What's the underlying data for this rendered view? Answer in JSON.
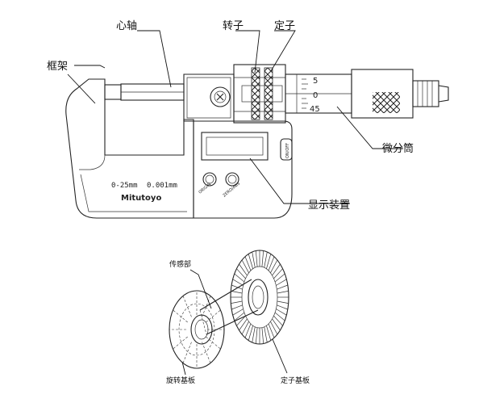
{
  "labels": {
    "frame": "框架",
    "spindle": "心轴",
    "rotor": "转子",
    "stator": "定子",
    "thimble": "微分筒",
    "display": "显示装置",
    "sensor": "传感部",
    "rotating_plate": "旋转基板",
    "fixed_plate": "定子基板"
  },
  "device": {
    "range_text": "0-25mm",
    "resolution_text": "0.001mm",
    "brand": "Mitutoyo",
    "button_origin": "ORIGIN",
    "button_zero": "ZERO/ABS",
    "side_label": "ON/OFF",
    "scale_marks": [
      "5",
      "0",
      "45"
    ]
  }
}
